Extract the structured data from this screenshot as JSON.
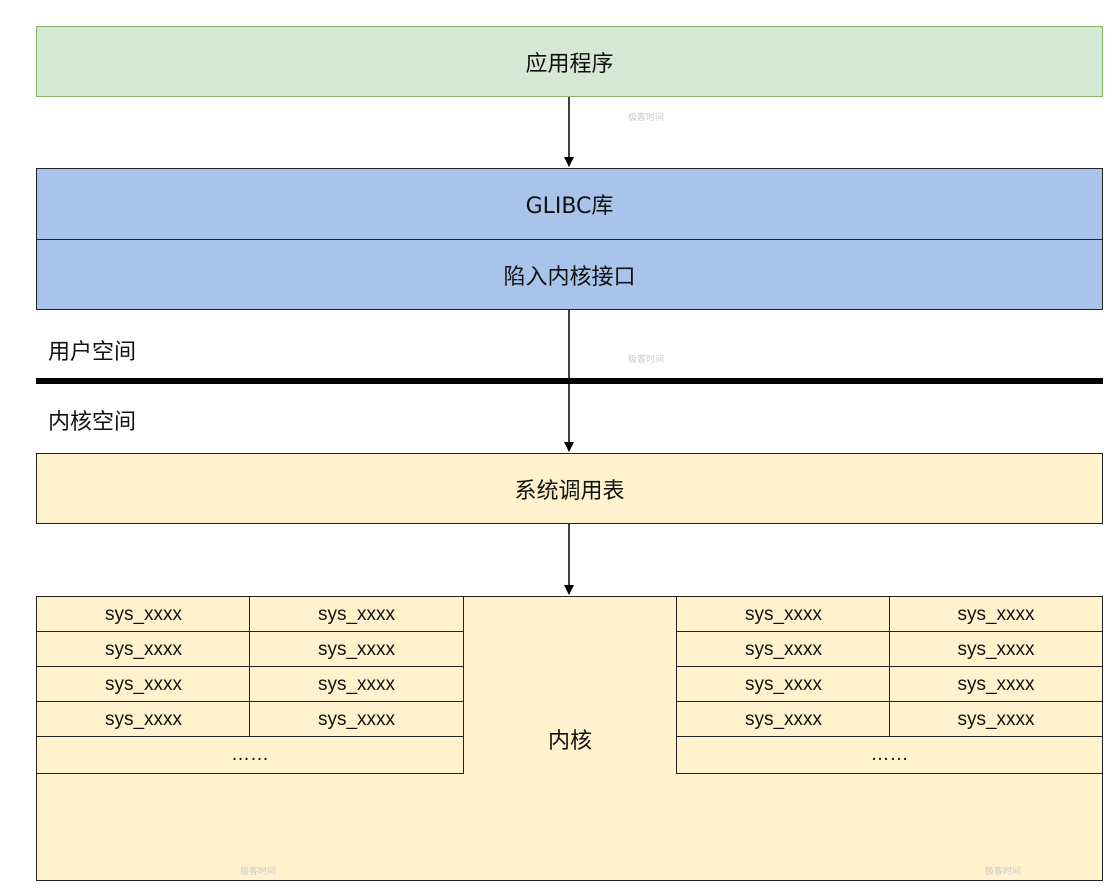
{
  "diagram": {
    "app": "应用程序",
    "glibc": "GLIBC库",
    "trap": "陷入内核接口",
    "user_space": "用户空间",
    "kernel_space": "内核空间",
    "syscall_table": "系统调用表",
    "kernel": "内核",
    "left_table": {
      "rows": [
        [
          "sys_xxxx",
          "sys_xxxx"
        ],
        [
          "sys_xxxx",
          "sys_xxxx"
        ],
        [
          "sys_xxxx",
          "sys_xxxx"
        ],
        [
          "sys_xxxx",
          "sys_xxxx"
        ]
      ],
      "more": "……"
    },
    "right_table": {
      "rows": [
        [
          "sys_xxxx",
          "sys_xxxx"
        ],
        [
          "sys_xxxx",
          "sys_xxxx"
        ],
        [
          "sys_xxxx",
          "sys_xxxx"
        ],
        [
          "sys_xxxx",
          "sys_xxxx"
        ]
      ],
      "more": "……"
    }
  },
  "colors": {
    "app_fill": "#d5e8d4",
    "app_border": "#82b366",
    "glibc_fill": "#a9c4eb",
    "kernel_fill": "#fff2cc"
  },
  "watermark": "极客时间"
}
